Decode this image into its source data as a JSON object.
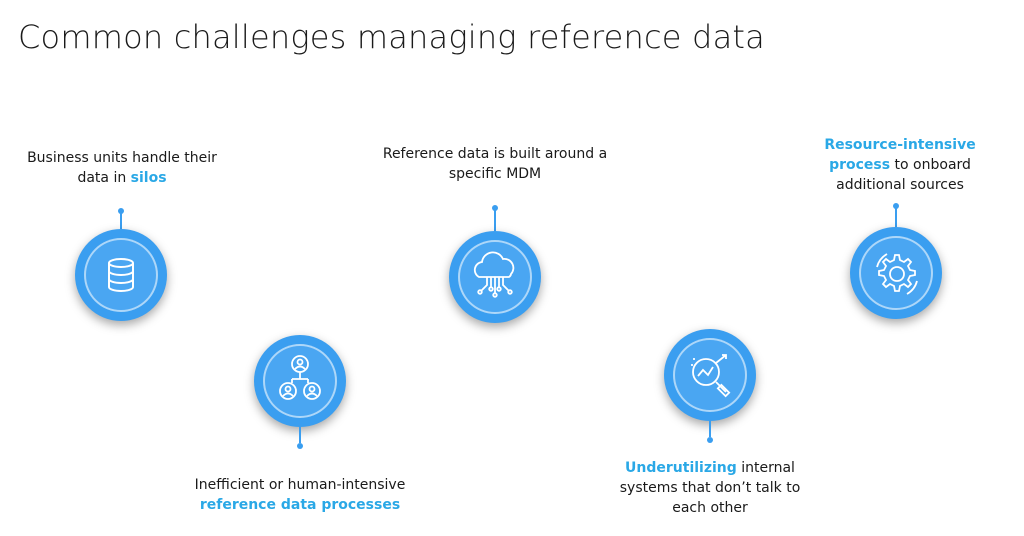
{
  "title": "Common challenges managing reference data",
  "items": [
    {
      "pre": "Business units handle their data in ",
      "highlight": "silos",
      "post": "",
      "icon": "database-icon"
    },
    {
      "pre": "Inefficient or human-intensive ",
      "highlight": "reference data processes",
      "post": "",
      "icon": "user-network-icon"
    },
    {
      "pre": "Reference data is built around a specific MDM",
      "highlight": "",
      "post": "",
      "icon": "cloud-circuit-icon"
    },
    {
      "pre": "",
      "highlight": "Underutilizing",
      "post": " internal systems that don’t talk to each other",
      "icon": "magnifier-chart-icon"
    },
    {
      "pre": "",
      "highlight": "Resource-intensive process",
      "post": " to onboard additional sources",
      "icon": "gear-icon"
    }
  ],
  "colors": {
    "accent": "#3a9ef0",
    "highlight": "#2aa8e6"
  }
}
